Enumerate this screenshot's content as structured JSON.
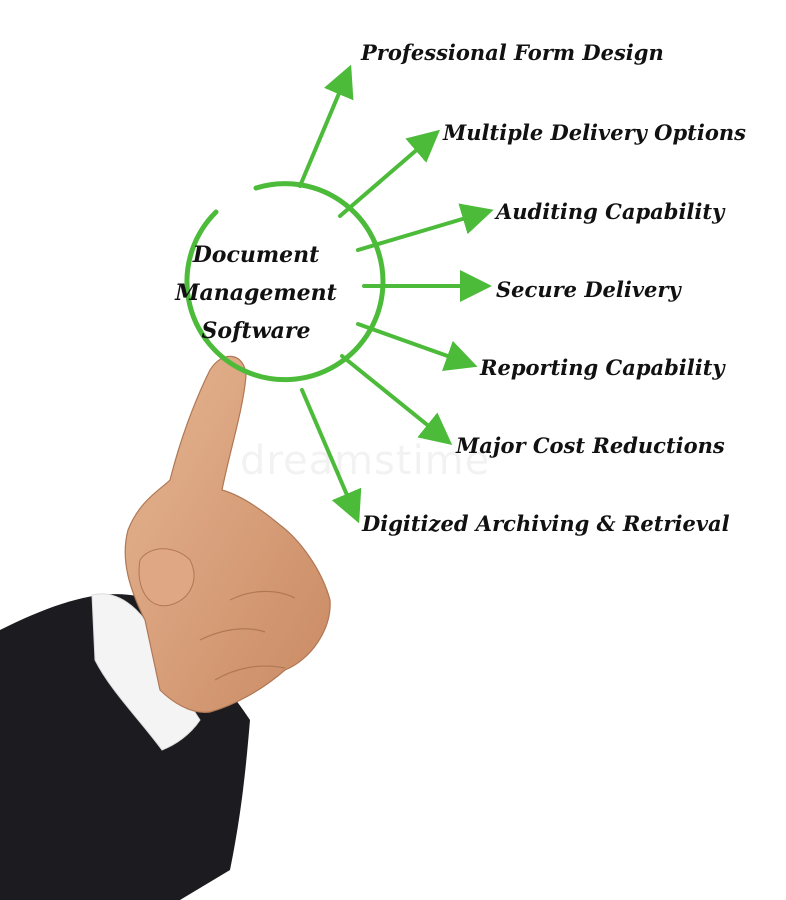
{
  "diagram": {
    "hub": {
      "lines": [
        "Document",
        "Management",
        "Software"
      ]
    },
    "branches": [
      {
        "label": "Professional Form Design"
      },
      {
        "label": "Multiple Delivery Options"
      },
      {
        "label": "Auditing Capability"
      },
      {
        "label": "Secure Delivery"
      },
      {
        "label": "Reporting Capability"
      },
      {
        "label": "Major Cost Reductions"
      },
      {
        "label": "Digitized Archiving & Retrieval"
      }
    ],
    "watermark": "dreamstime"
  },
  "colors": {
    "arrow": "#4cbb3a",
    "text": "#111111",
    "sleeve": "#1c1c20",
    "skin": "#d9a07a",
    "cuff": "#f4f4f4"
  }
}
